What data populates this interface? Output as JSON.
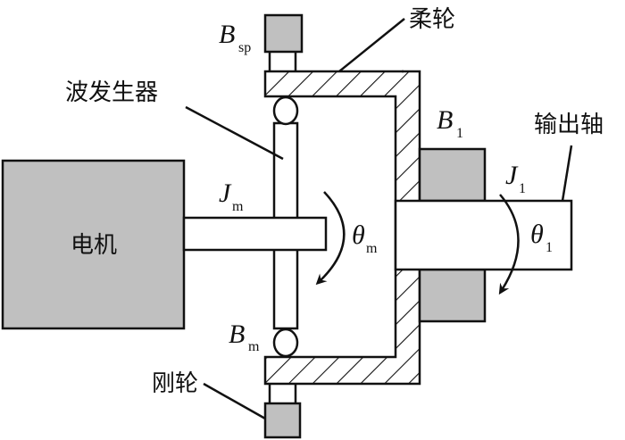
{
  "title": "谐波减速器传动结构示意图",
  "labels": {
    "motor": "电机",
    "wave_generator": "波发生器",
    "flexspline": "柔轮",
    "circular_spline": "刚轮",
    "output_shaft": "输出轴"
  },
  "symbols": {
    "B_sp": {
      "main": "B",
      "sub": "sp"
    },
    "B_m": {
      "main": "B",
      "sub": "m"
    },
    "B_1": {
      "main": "B",
      "sub": "1"
    },
    "J_m": {
      "main": "J",
      "sub": "m"
    },
    "J_1": {
      "main": "J",
      "sub": "1"
    },
    "theta_m": {
      "main": "θ",
      "sub": "m"
    },
    "theta_1": {
      "main": "θ",
      "sub": "1"
    }
  },
  "colors": {
    "fill_gray": "#c0c0c0",
    "stroke": "#111111",
    "background": "#ffffff"
  }
}
